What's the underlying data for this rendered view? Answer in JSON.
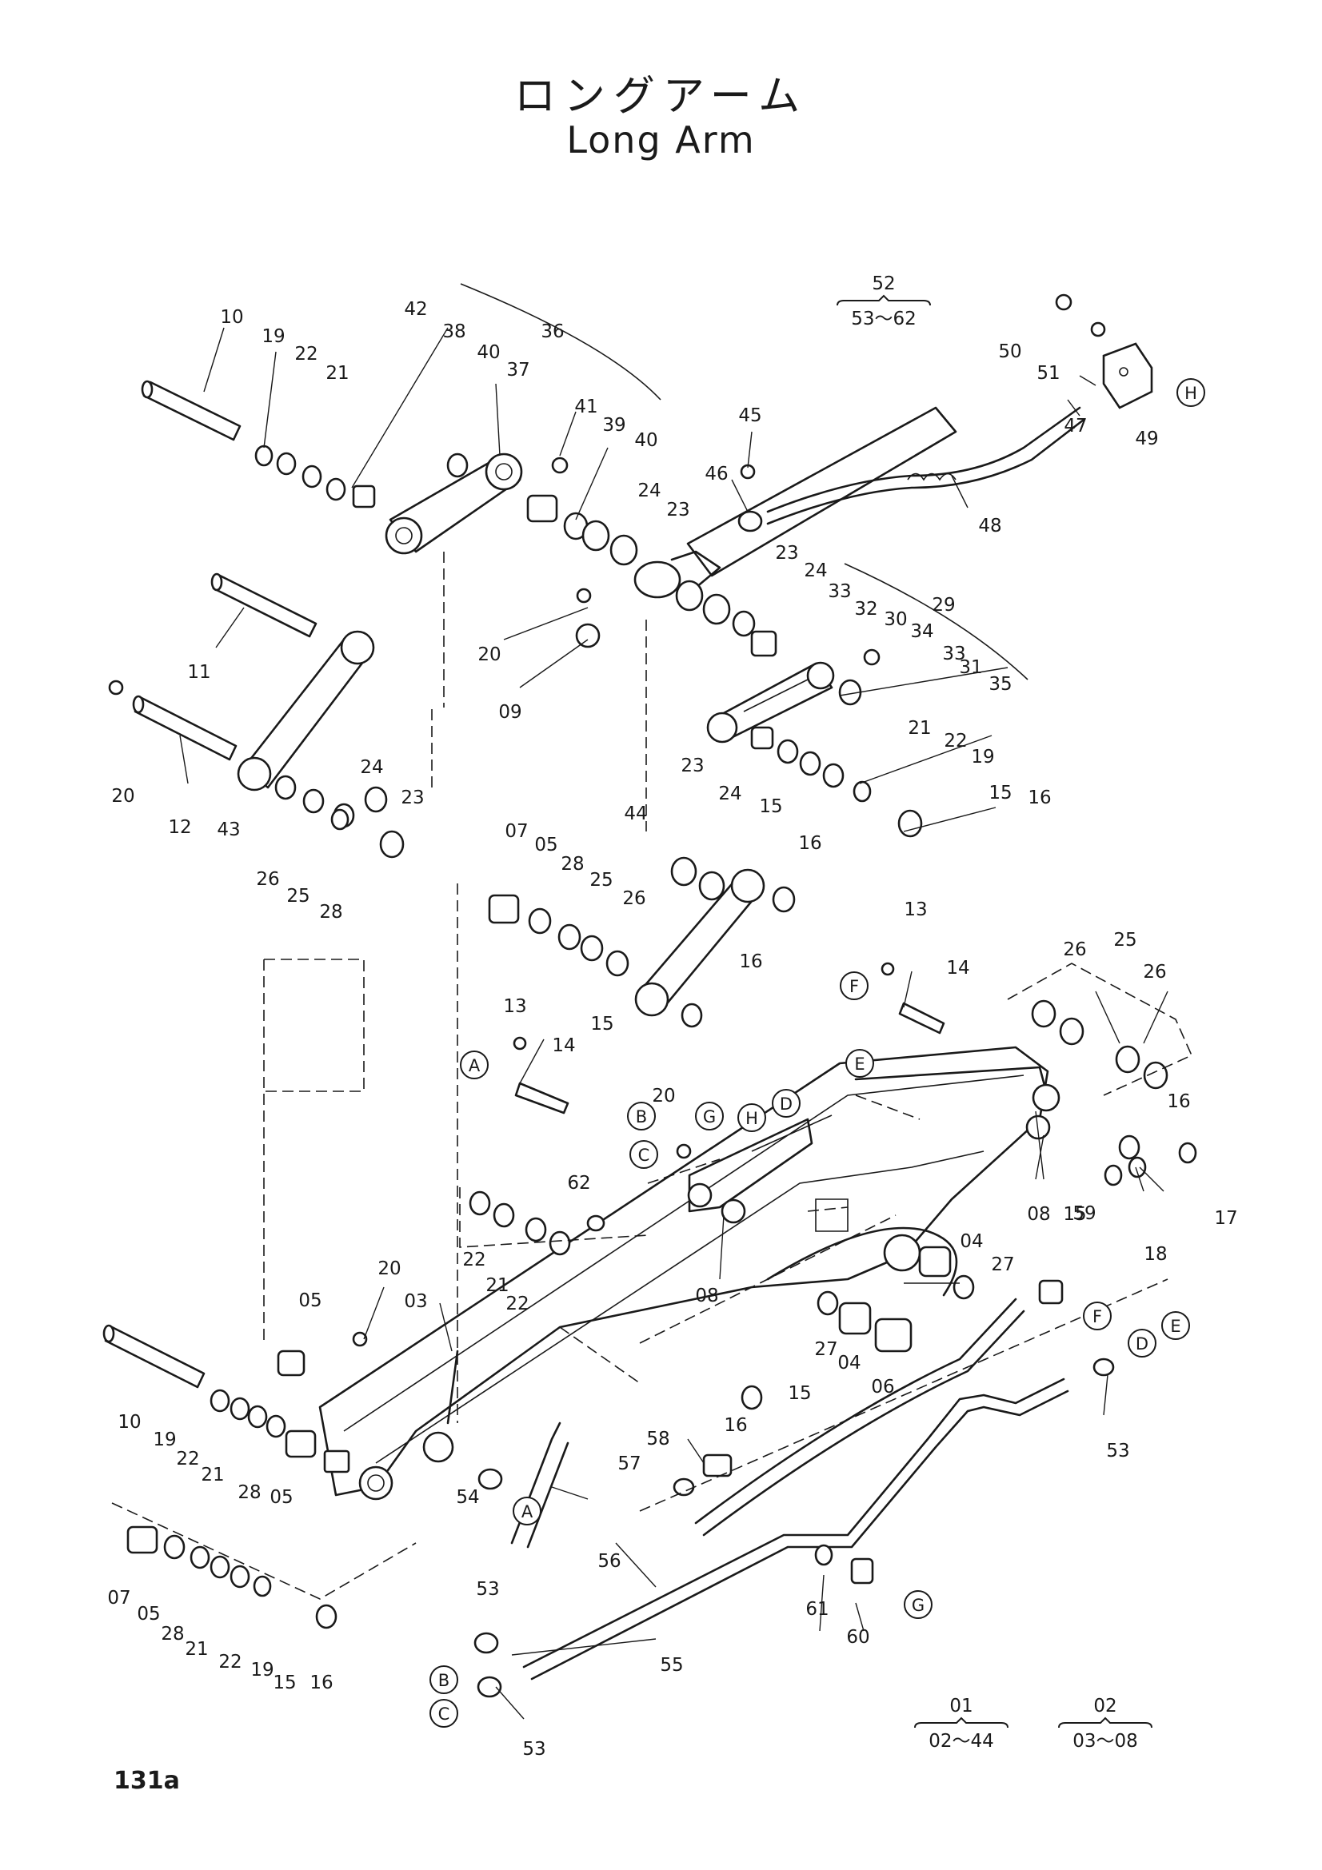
{
  "title_ja": "ロングアーム",
  "title_en": "Long Arm",
  "page_number": "131a",
  "callouts": [
    {
      "id": "c01",
      "text": "10"
    },
    {
      "id": "c02",
      "text": "19"
    },
    {
      "id": "c03",
      "text": "22"
    },
    {
      "id": "c04",
      "text": "21"
    },
    {
      "id": "c05",
      "text": "42"
    },
    {
      "id": "c06",
      "text": "38"
    },
    {
      "id": "c07",
      "text": "36"
    },
    {
      "id": "c08",
      "text": "40"
    },
    {
      "id": "c09",
      "text": "37"
    },
    {
      "id": "c10",
      "text": "41"
    },
    {
      "id": "c11",
      "text": "39"
    },
    {
      "id": "c12",
      "text": "40"
    },
    {
      "id": "c13",
      "text": "24"
    },
    {
      "id": "c14",
      "text": "23"
    },
    {
      "id": "c15",
      "text": "45"
    },
    {
      "id": "c16",
      "text": "46"
    },
    {
      "id": "c17",
      "text": "50"
    },
    {
      "id": "c18",
      "text": "51"
    },
    {
      "id": "c19",
      "text": "47"
    },
    {
      "id": "c20",
      "text": "49"
    },
    {
      "id": "c21",
      "text": "48"
    },
    {
      "id": "c22",
      "text": "23"
    },
    {
      "id": "c23",
      "text": "24"
    },
    {
      "id": "c24",
      "text": "33"
    },
    {
      "id": "c25",
      "text": "32"
    },
    {
      "id": "c26",
      "text": "30"
    },
    {
      "id": "c27",
      "text": "29"
    },
    {
      "id": "c28",
      "text": "34"
    },
    {
      "id": "c29",
      "text": "33"
    },
    {
      "id": "c30",
      "text": "31"
    },
    {
      "id": "c31",
      "text": "35"
    },
    {
      "id": "c32",
      "text": "21"
    },
    {
      "id": "c33",
      "text": "22"
    },
    {
      "id": "c34",
      "text": "19"
    },
    {
      "id": "c35",
      "text": "15"
    },
    {
      "id": "c36",
      "text": "16"
    },
    {
      "id": "c37",
      "text": "11"
    },
    {
      "id": "c38",
      "text": "20"
    },
    {
      "id": "c39",
      "text": "09"
    },
    {
      "id": "c40",
      "text": "20"
    },
    {
      "id": "c41",
      "text": "12"
    },
    {
      "id": "c42",
      "text": "43"
    },
    {
      "id": "c43",
      "text": "24"
    },
    {
      "id": "c44",
      "text": "23"
    },
    {
      "id": "c45",
      "text": "26"
    },
    {
      "id": "c46",
      "text": "25"
    },
    {
      "id": "c47",
      "text": "28"
    },
    {
      "id": "c48",
      "text": "07"
    },
    {
      "id": "c49",
      "text": "05"
    },
    {
      "id": "c50",
      "text": "28"
    },
    {
      "id": "c51",
      "text": "25"
    },
    {
      "id": "c52",
      "text": "26"
    },
    {
      "id": "c53",
      "text": "44"
    },
    {
      "id": "c54",
      "text": "23"
    },
    {
      "id": "c55",
      "text": "24"
    },
    {
      "id": "c56",
      "text": "15"
    },
    {
      "id": "c57",
      "text": "16"
    },
    {
      "id": "c58",
      "text": "16"
    },
    {
      "id": "c59",
      "text": "15"
    },
    {
      "id": "c60",
      "text": "13"
    },
    {
      "id": "c61",
      "text": "14"
    },
    {
      "id": "c62",
      "text": "13"
    },
    {
      "id": "c63",
      "text": "14"
    },
    {
      "id": "c64",
      "text": "26"
    },
    {
      "id": "c65",
      "text": "25"
    },
    {
      "id": "c66",
      "text": "26"
    },
    {
      "id": "c67",
      "text": "20"
    },
    {
      "id": "c68",
      "text": "16"
    },
    {
      "id": "c69",
      "text": "17"
    },
    {
      "id": "c70",
      "text": "18"
    },
    {
      "id": "c71",
      "text": "15"
    },
    {
      "id": "c72",
      "text": "08"
    },
    {
      "id": "c73",
      "text": "62"
    },
    {
      "id": "c74",
      "text": "22"
    },
    {
      "id": "c75",
      "text": "21"
    },
    {
      "id": "c76",
      "text": "22"
    },
    {
      "id": "c77",
      "text": "08"
    },
    {
      "id": "c78",
      "text": "04"
    },
    {
      "id": "c79",
      "text": "27"
    },
    {
      "id": "c80",
      "text": "59"
    },
    {
      "id": "c81",
      "text": "20"
    },
    {
      "id": "c82",
      "text": "05"
    },
    {
      "id": "c83",
      "text": "03"
    },
    {
      "id": "c84",
      "text": "27"
    },
    {
      "id": "c85",
      "text": "04"
    },
    {
      "id": "c86",
      "text": "06"
    },
    {
      "id": "c87",
      "text": "15"
    },
    {
      "id": "c88",
      "text": "16"
    },
    {
      "id": "c89",
      "text": "53"
    },
    {
      "id": "c90",
      "text": "10"
    },
    {
      "id": "c91",
      "text": "19"
    },
    {
      "id": "c92",
      "text": "22"
    },
    {
      "id": "c93",
      "text": "21"
    },
    {
      "id": "c94",
      "text": "28"
    },
    {
      "id": "c95",
      "text": "05"
    },
    {
      "id": "c96",
      "text": "58"
    },
    {
      "id": "c97",
      "text": "57"
    },
    {
      "id": "c98",
      "text": "54"
    },
    {
      "id": "c99",
      "text": "56"
    },
    {
      "id": "c100",
      "text": "53"
    },
    {
      "id": "c101",
      "text": "55"
    },
    {
      "id": "c102",
      "text": "61"
    },
    {
      "id": "c103",
      "text": "60"
    },
    {
      "id": "c104",
      "text": "53"
    },
    {
      "id": "c105",
      "text": "07"
    },
    {
      "id": "c106",
      "text": "05"
    },
    {
      "id": "c107",
      "text": "28"
    },
    {
      "id": "c108",
      "text": "21"
    },
    {
      "id": "c109",
      "text": "22"
    },
    {
      "id": "c110",
      "text": "19"
    },
    {
      "id": "c111",
      "text": "15"
    },
    {
      "id": "c112",
      "text": "16"
    }
  ],
  "circle_markers": [
    {
      "id": "m01",
      "letter": "H"
    },
    {
      "id": "m02",
      "letter": "A"
    },
    {
      "id": "m03",
      "letter": "B"
    },
    {
      "id": "m04",
      "letter": "C"
    },
    {
      "id": "m05",
      "letter": "G"
    },
    {
      "id": "m06",
      "letter": "H"
    },
    {
      "id": "m07",
      "letter": "D"
    },
    {
      "id": "m08",
      "letter": "E"
    },
    {
      "id": "m09",
      "letter": "F"
    },
    {
      "id": "m10",
      "letter": "F"
    },
    {
      "id": "m11",
      "letter": "D"
    },
    {
      "id": "m12",
      "letter": "E"
    },
    {
      "id": "m13",
      "letter": "A"
    },
    {
      "id": "m14",
      "letter": "G"
    },
    {
      "id": "m15",
      "letter": "B"
    },
    {
      "id": "m16",
      "letter": "C"
    }
  ],
  "assemblies": [
    {
      "id": "g52",
      "head": "52",
      "range": "53～62"
    },
    {
      "id": "g01",
      "head": "01",
      "range": "02～44"
    },
    {
      "id": "g02",
      "head": "02",
      "range": "03～08"
    }
  ]
}
